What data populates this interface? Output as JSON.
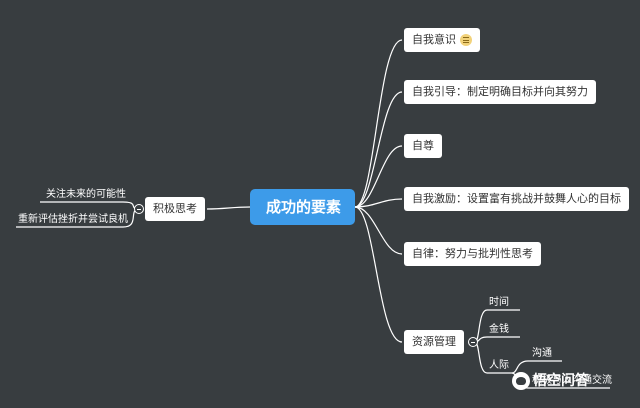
{
  "center": {
    "label": "成功的要素"
  },
  "branches": [
    {
      "label": "自我意识",
      "has_note_icon": true,
      "note_icon": "note-icon"
    },
    {
      "label": "自我引导：制定明确目标并向其努力"
    },
    {
      "label": "自尊"
    },
    {
      "label": "自我激励：设置富有挑战并鼓舞人心的目标"
    },
    {
      "label": "自律：努力与批判性思考"
    },
    {
      "label": "资源管理",
      "children": [
        {
          "label": "时间"
        },
        {
          "label": "金钱"
        },
        {
          "label": "人际",
          "children": [
            {
              "label": "沟通"
            },
            {
              "label": "积极与人沟通交流"
            }
          ]
        }
      ]
    }
  ],
  "left_branch": {
    "label": "积极思考",
    "children": [
      {
        "label": "关注未来的可能性"
      },
      {
        "label": "重新评估挫折并尝试良机"
      }
    ]
  },
  "watermark": {
    "text": "悟空问答",
    "icon": "wukong-logo-icon"
  },
  "colors": {
    "background": "#383d40",
    "center_fill": "#3d9be9",
    "node_fill": "#ffffff",
    "connector": "#ffffff"
  }
}
